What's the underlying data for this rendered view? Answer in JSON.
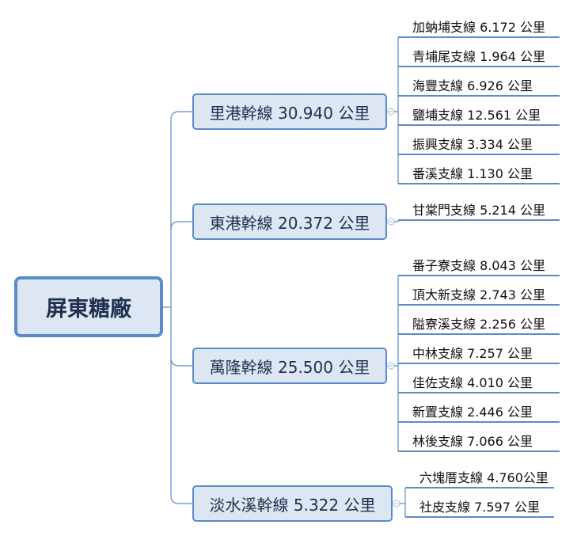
{
  "root": {
    "label": "屏東糖廠"
  },
  "lines": [
    {
      "label": "里港幹線 30.940 公里",
      "branches": [
        "加蚋埔支線 6.172 公里",
        "青埔尾支線 1.964 公里",
        "海豐支線 6.926 公里",
        "鹽埔支線 12.561 公里",
        "振興支線 3.334 公里",
        "番溪支線 1.130 公里"
      ]
    },
    {
      "label": "東港幹線 20.372 公里",
      "branches": [
        "甘棠門支線 5.214 公里"
      ]
    },
    {
      "label": "萬隆幹線 25.500 公里",
      "branches": [
        "番子寮支線 8.043 公里",
        "頂大新支線 2.743 公里",
        "隘寮溪支線 2.256 公里",
        "中林支線 7.257 公里",
        "佳佐支線 4.010 公里",
        "新置支線 2.446 公里",
        "林後支線 7.066 公里"
      ]
    },
    {
      "label": "淡水溪幹線 5.322 公里",
      "branches": [
        "六塊厝支線 4.760公里",
        "社皮支線 7.597 公里"
      ]
    }
  ],
  "colors": {
    "line": "#5b8bc9",
    "fill": "#dde7f3",
    "text": "#1e2f4f"
  }
}
